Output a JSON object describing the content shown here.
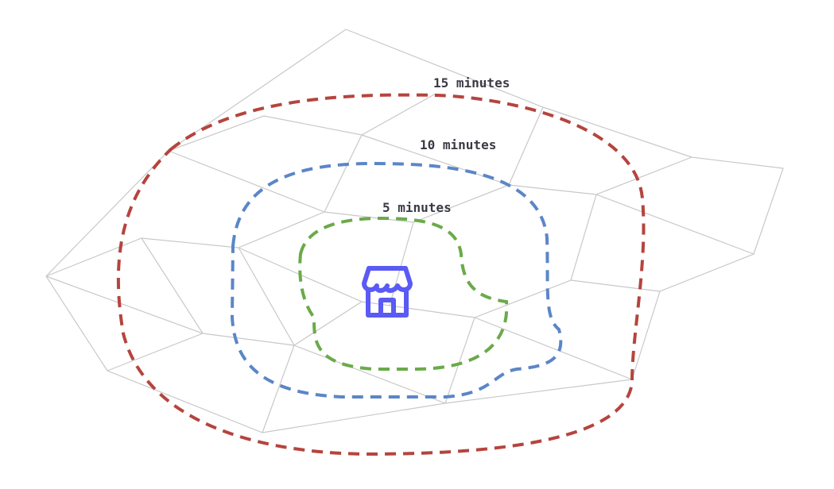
{
  "isochrones": [
    {
      "label": "15 minutes",
      "minutes": 15,
      "color": "#b5443e"
    },
    {
      "label": "10 minutes",
      "minutes": 10,
      "color": "#5b86c7"
    },
    {
      "label": "5 minutes",
      "minutes": 5,
      "color": "#6aaa4a"
    }
  ],
  "center": {
    "icon": "store-icon",
    "color": "#5a5af5"
  }
}
